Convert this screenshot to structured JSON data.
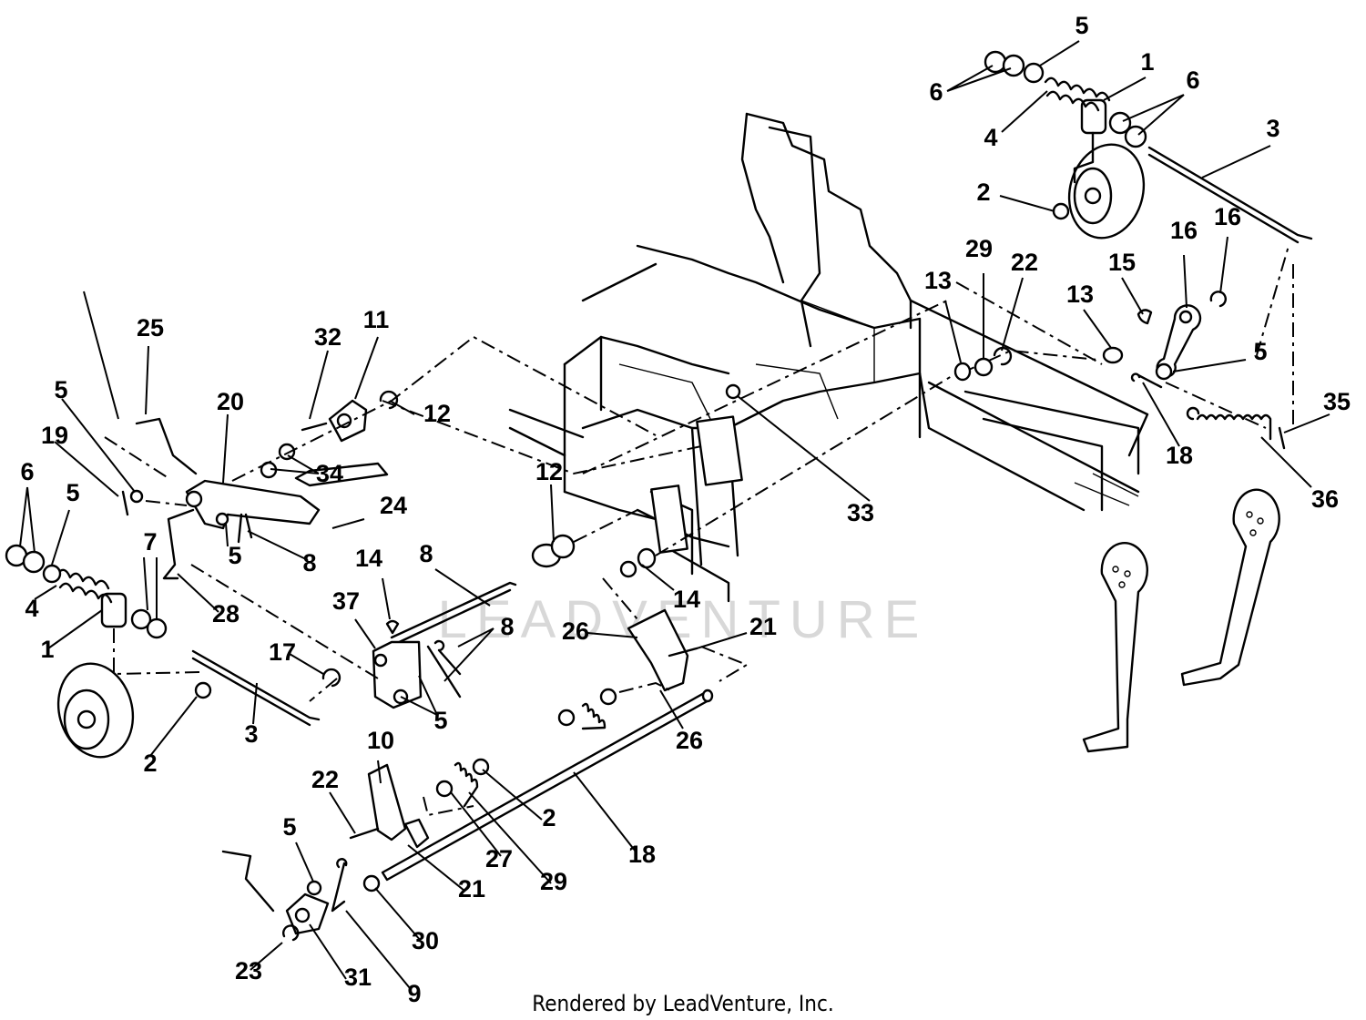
{
  "footer": "Rendered by LeadVenture, Inc.",
  "watermark": "LEADVENTURE",
  "callouts": [
    {
      "label": "1"
    },
    {
      "label": "1"
    },
    {
      "label": "2"
    },
    {
      "label": "2"
    },
    {
      "label": "2"
    },
    {
      "label": "3"
    },
    {
      "label": "3"
    },
    {
      "label": "4"
    },
    {
      "label": "4"
    },
    {
      "label": "5"
    },
    {
      "label": "5"
    },
    {
      "label": "5"
    },
    {
      "label": "5"
    },
    {
      "label": "5"
    },
    {
      "label": "5"
    },
    {
      "label": "5"
    },
    {
      "label": "6"
    },
    {
      "label": "6"
    },
    {
      "label": "6"
    },
    {
      "label": "7"
    },
    {
      "label": "8"
    },
    {
      "label": "8"
    },
    {
      "label": "8"
    },
    {
      "label": "9"
    },
    {
      "label": "10"
    },
    {
      "label": "11"
    },
    {
      "label": "12"
    },
    {
      "label": "12"
    },
    {
      "label": "13"
    },
    {
      "label": "13"
    },
    {
      "label": "14"
    },
    {
      "label": "14"
    },
    {
      "label": "15"
    },
    {
      "label": "16"
    },
    {
      "label": "16"
    },
    {
      "label": "17"
    },
    {
      "label": "18"
    },
    {
      "label": "18"
    },
    {
      "label": "19"
    },
    {
      "label": "20"
    },
    {
      "label": "21"
    },
    {
      "label": "21"
    },
    {
      "label": "22"
    },
    {
      "label": "22"
    },
    {
      "label": "23"
    },
    {
      "label": "24"
    },
    {
      "label": "25"
    },
    {
      "label": "26"
    },
    {
      "label": "26"
    },
    {
      "label": "27"
    },
    {
      "label": "28"
    },
    {
      "label": "29"
    },
    {
      "label": "29"
    },
    {
      "label": "30"
    },
    {
      "label": "31"
    },
    {
      "label": "32"
    },
    {
      "label": "33"
    },
    {
      "label": "34"
    },
    {
      "label": "35"
    },
    {
      "label": "36"
    },
    {
      "label": "37"
    }
  ]
}
